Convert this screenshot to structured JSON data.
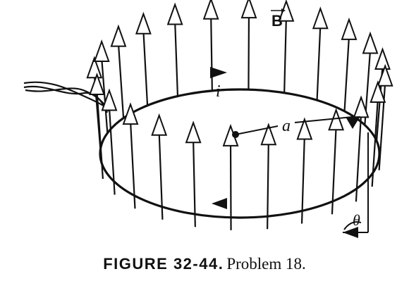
{
  "diagram": {
    "label_B": "B",
    "label_i": "i",
    "label_a": "a",
    "label_theta": "θ"
  },
  "caption": {
    "figure": "FIGURE 32-44.",
    "problem": "Problem 18."
  }
}
